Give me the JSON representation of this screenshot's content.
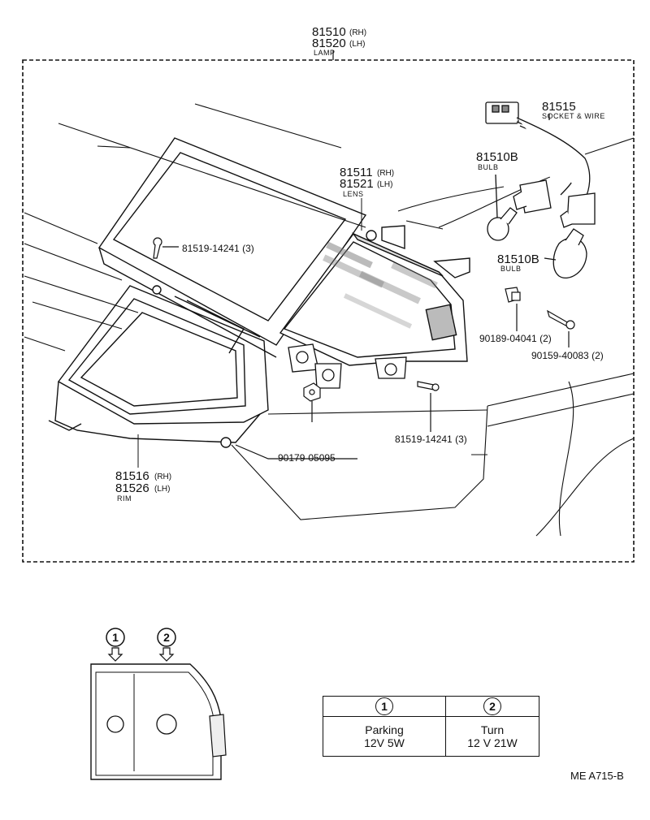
{
  "lamp": {
    "pn_rh": "81510",
    "rh": "(RH)",
    "pn_lh": "81520",
    "lh": "(LH)",
    "name": "LAMP"
  },
  "socket": {
    "pn": "81515",
    "name": "SOCKET & WIRE"
  },
  "bulb_upper": {
    "pn": "81510B",
    "name": "BULB"
  },
  "bulb_lower": {
    "pn": "81510B",
    "name": "BULB"
  },
  "lens": {
    "pn_rh": "81511",
    "rh": "(RH)",
    "pn_lh": "81521",
    "lh": "(LH)",
    "name": "LENS"
  },
  "screw_top": {
    "pn": "81519-14241 (3)"
  },
  "clip": {
    "pn": "90189-04041 (2)"
  },
  "screw_right": {
    "pn": "90159-40083 (2)"
  },
  "screw_bottom": {
    "pn": "81519-14241 (3)"
  },
  "nut": {
    "pn": "90179-05095"
  },
  "rim": {
    "pn_rh": "81516",
    "rh": "(RH)",
    "pn_lh": "81526",
    "lh": "(LH)",
    "name": "RIM"
  },
  "inset": {
    "marker1": "1",
    "marker2": "2"
  },
  "spec_table": {
    "col1": {
      "marker": "1",
      "line1": "Parking",
      "line2": "12V 5W"
    },
    "col2": {
      "marker": "2",
      "line1": "Turn",
      "line2": "12 V 21W"
    }
  },
  "diagram_code": "ME  A715-B"
}
